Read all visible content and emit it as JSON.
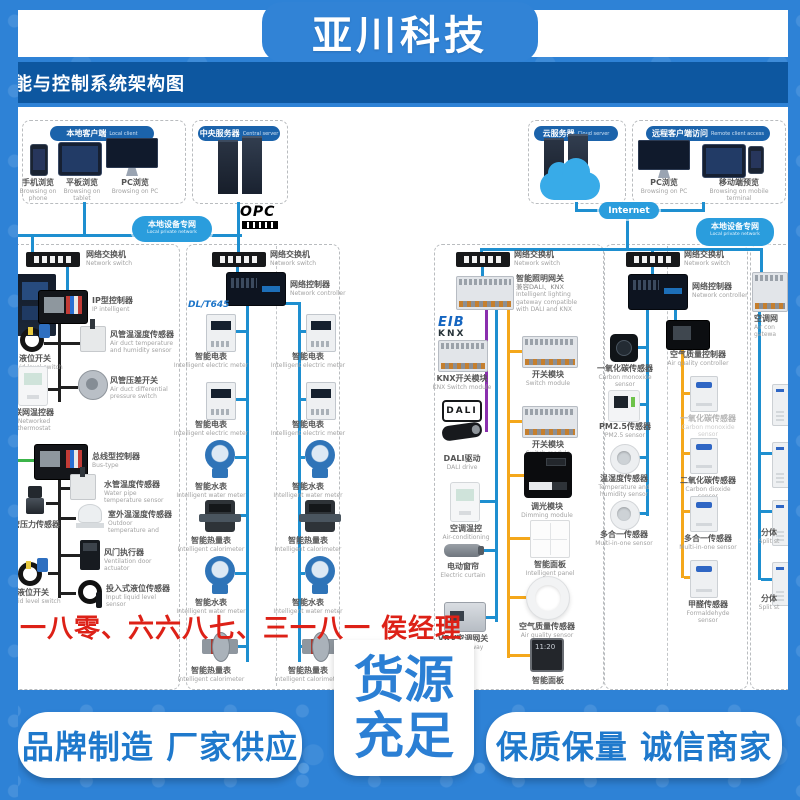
{
  "brand": {
    "title": "亚川科技"
  },
  "header": {
    "title": "能与控制系统架构图"
  },
  "badges": {
    "local_client": {
      "cn": "本地客户端",
      "en": "Local client"
    },
    "central_server": {
      "cn": "中央服务器",
      "en": "Central server"
    },
    "cloud_server": {
      "cn": "云服务器",
      "en": "Cloud server"
    },
    "remote_client": {
      "cn": "远程客户端访问",
      "en": "Remote client access"
    },
    "local_private": {
      "cn": "本地设备专网",
      "en": "Local private network"
    },
    "internet": "Internet",
    "opc": "OPC"
  },
  "clients": {
    "phone": {
      "cn": "手机浏览",
      "en": "Browsing on phone"
    },
    "tablet": {
      "cn": "平板浏览",
      "en": "Browsing on tablet"
    },
    "pc": {
      "cn": "PC浏览",
      "en": "Browsing on PC"
    },
    "remote_pc": {
      "cn": "PC浏览",
      "en": "Browsing on PC"
    },
    "remote_mobile": {
      "cn": "移动端预览",
      "en": "Browsing on mobile terminal"
    }
  },
  "labels": {
    "network_switch": {
      "cn": "网络交换机",
      "en": "Network switch"
    },
    "network_controller": {
      "cn": "网络控制器",
      "en": "Network controller"
    },
    "ip_controller": {
      "cn": "IP型控制器",
      "en": "IP intelligent"
    },
    "liquid_level_switch": {
      "cn": "液位开关",
      "en": "Liquid level switch"
    },
    "duct_temp_sensor": {
      "cn": "风管温湿度传感器",
      "en": "Air duct temperature and humidity sensor"
    },
    "duct_pressure_switch": {
      "cn": "风管压差开关",
      "en": "Air duct differential pressure switch"
    },
    "networked_thermostat": {
      "cn": "联网温控器",
      "en": "Networked thermostat"
    },
    "bus_controller": {
      "cn": "总线型控制器",
      "en": "Bus-type"
    },
    "pipe_temp_sensor": {
      "cn": "水管温度传感器",
      "en": "Water pipe temperature sensor"
    },
    "pipe_pressure_sensor": {
      "cn": "水管压力传感器"
    },
    "outdoor_sensor": {
      "cn": "室外温湿度传感器",
      "en": "Outdoor temperature and"
    },
    "damper_actuator": {
      "cn": "风门执行器",
      "en": "Ventilation door actuator"
    },
    "input_level_sensor": {
      "cn": "投入式液位传感器",
      "en": "Input liquid level sensor"
    },
    "dlt645": "DL/T645",
    "electric_meter": {
      "cn": "智能电表",
      "en": "Intelligent electric meter"
    },
    "water_meter": {
      "cn": "智能水表",
      "en": "Intelligent water meter"
    },
    "calorimeter": {
      "cn": "智能热量表",
      "en": "Intelligent calorimeter"
    },
    "lighting_gateway": {
      "cn": "智能照明网关",
      "cn2": "兼容DALI、KNX",
      "en": "Intelligent lighting gateway compatible with DALI and KNX"
    },
    "eib": "EIB",
    "knx": "KNX",
    "dali": "DALI",
    "knx_switch_module": {
      "cn": "KNX开关模块",
      "en": "KNX Switch module"
    },
    "switch_module": {
      "cn": "开关模块",
      "en": "Switch module"
    },
    "dali_drive": {
      "cn": "DALI驱动",
      "en": "DALI drive"
    },
    "dimming_module": {
      "cn": "调光模块",
      "en": "Dimming module"
    },
    "ac_thermostat": {
      "cn": "空调温控",
      "en": "Air-conditioning"
    },
    "intelligent_panel": {
      "cn": "智能面板",
      "en": "Intelligent panel"
    },
    "electric_curtain": {
      "cn": "电动窗帘",
      "en": "Electric curtain"
    },
    "air_quality_sensor": {
      "cn": "空气质量传感器",
      "en": "Air quality sensor"
    },
    "vrv_gateway": {
      "cn": "VRV空调网关",
      "en": "ning gateway"
    },
    "air_quality_controller": {
      "cn": "空气质量控制器",
      "en": "Air quality controller"
    },
    "co_sensor": {
      "cn": "一氧化碳传感器",
      "en": "Carbon monoxide sensor"
    },
    "pm25_sensor": {
      "cn": "PM2.5传感器",
      "en": "PM2.5 sensor"
    },
    "temp_humidity_sensor": {
      "cn": "温湿度传感器",
      "en": "Temperature and humidity sensor"
    },
    "multi_sensor": {
      "cn": "多合一传感器",
      "en": "Multi-in-one sensor"
    },
    "co2_sensor": {
      "cn": "二氧化碳传感器",
      "en": "Carbon dioxide sensor"
    },
    "formaldehyde_sensor": {
      "cn": "甲醛传感器",
      "en": "Formaldehyde sensor"
    },
    "ac_gateway": {
      "cn": "空调网",
      "en": "Air con",
      "en2": "gatewa"
    },
    "split_unit": {
      "cn": "分体",
      "en": "Split st"
    },
    "panel_time": "11:20"
  },
  "note": {
    "contact": "一八零、六六八七、三一八一  侯经理"
  },
  "footer": {
    "left": "品牌制造 厂家供应",
    "center_top": "货源",
    "center_bottom": "充足",
    "right": "保质保量 诚信商家"
  },
  "colors": {
    "accent_blue": "#2e82d6",
    "dark_header": "#0d57a0",
    "line_blue": "#1e8fd0",
    "line_yellow": "#f4a71b",
    "line_purple": "#8a2fae",
    "line_green": "#3cb44a",
    "note_red": "#dd2117",
    "footer_text": "#1f79cc"
  }
}
